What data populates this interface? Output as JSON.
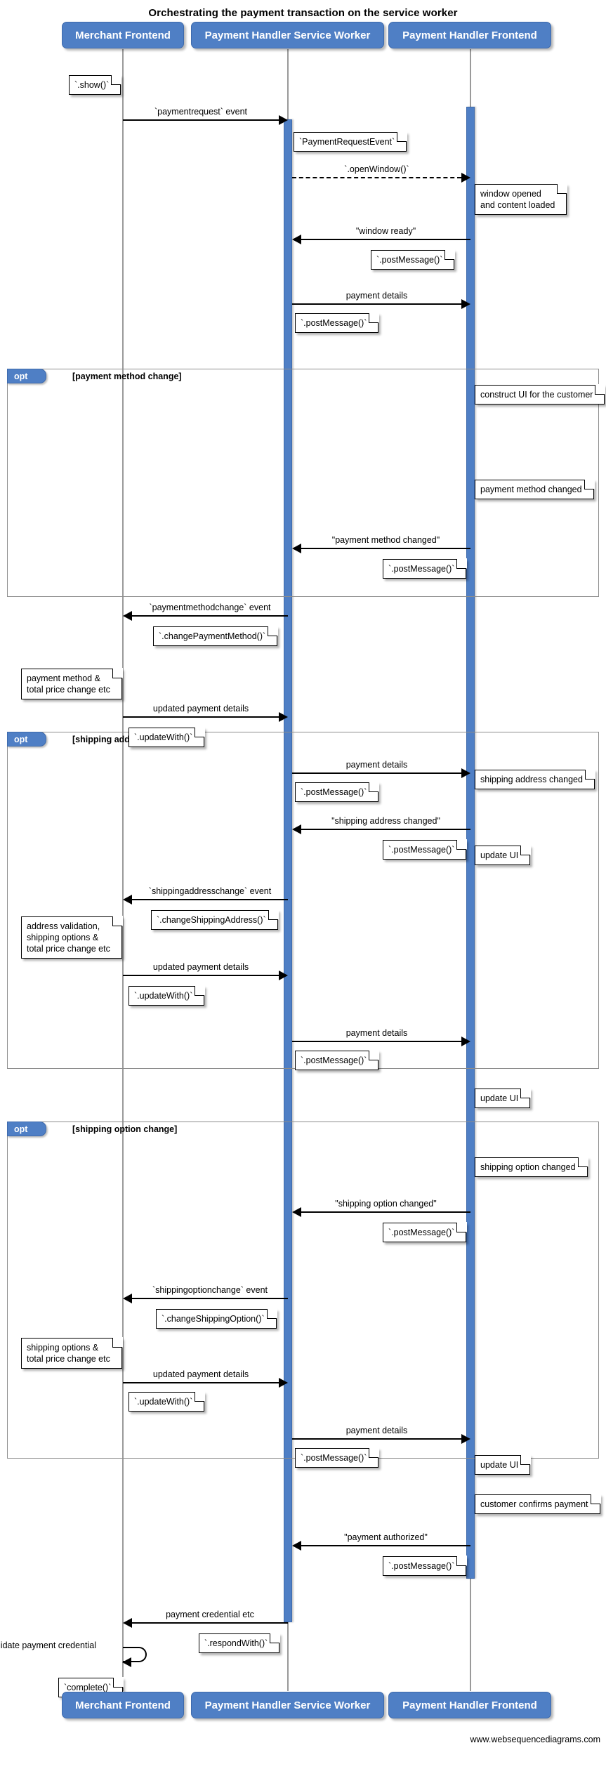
{
  "title": "Orchestrating the payment transaction on the service worker",
  "footer_credit": "www.websequencediagrams.com",
  "colors": {
    "participant_fill": "#4f7fc5",
    "participant_text": "#ffffff",
    "lifeline": "#9a9a9a",
    "fragment_border": "#8d8d8d",
    "note_fill": "#ffffff",
    "arrow": "#000000"
  },
  "participants": [
    {
      "id": "merchant",
      "label": "Merchant Frontend"
    },
    {
      "id": "sw",
      "label": "Payment Handler Service Worker"
    },
    {
      "id": "phf",
      "label": "Payment Handler Frontend"
    }
  ],
  "participants_bottom": [
    {
      "id": "merchant",
      "label": "Merchant Frontend"
    },
    {
      "id": "sw",
      "label": "Payment Handler Service Worker"
    },
    {
      "id": "phf",
      "label": "Payment Handler Frontend"
    }
  ],
  "fragments": [
    {
      "id": "frag-payment-method",
      "operator": "opt",
      "condition": "[payment method change]"
    },
    {
      "id": "frag-shipping-address",
      "operator": "opt",
      "condition": "[shipping address change]"
    },
    {
      "id": "frag-shipping-option",
      "operator": "opt",
      "condition": "[shipping option change]"
    }
  ],
  "messages": [
    {
      "id": "m1",
      "label": "`paymentrequest` event",
      "from": "merchant",
      "to": "sw",
      "style": "solid"
    },
    {
      "id": "m2",
      "label": "`.openWindow()`",
      "from": "sw",
      "to": "phf",
      "style": "dashed"
    },
    {
      "id": "m3",
      "label": "\"window ready\"",
      "from": "phf",
      "to": "sw",
      "style": "solid"
    },
    {
      "id": "m4",
      "label": "payment details",
      "from": "sw",
      "to": "phf",
      "style": "solid"
    },
    {
      "id": "m5",
      "label": "\"payment method changed\"",
      "from": "phf",
      "to": "sw",
      "style": "solid"
    },
    {
      "id": "m6",
      "label": "`paymentmethodchange` event",
      "from": "sw",
      "to": "merchant",
      "style": "solid"
    },
    {
      "id": "m7",
      "label": "updated payment details",
      "from": "merchant",
      "to": "sw",
      "style": "solid"
    },
    {
      "id": "m8",
      "label": "payment details",
      "from": "sw",
      "to": "phf",
      "style": "solid"
    },
    {
      "id": "m9",
      "label": "\"shipping address changed\"",
      "from": "phf",
      "to": "sw",
      "style": "solid"
    },
    {
      "id": "m10",
      "label": "`shippingaddresschange` event",
      "from": "sw",
      "to": "merchant",
      "style": "solid"
    },
    {
      "id": "m11",
      "label": "updated payment details",
      "from": "merchant",
      "to": "sw",
      "style": "solid"
    },
    {
      "id": "m12",
      "label": "payment details",
      "from": "sw",
      "to": "phf",
      "style": "solid"
    },
    {
      "id": "m13",
      "label": "\"shipping option changed\"",
      "from": "phf",
      "to": "sw",
      "style": "solid"
    },
    {
      "id": "m14",
      "label": "`shippingoptionchange` event",
      "from": "sw",
      "to": "merchant",
      "style": "solid"
    },
    {
      "id": "m15",
      "label": "updated payment details",
      "from": "merchant",
      "to": "sw",
      "style": "solid"
    },
    {
      "id": "m16",
      "label": "payment details",
      "from": "sw",
      "to": "phf",
      "style": "solid"
    },
    {
      "id": "m17",
      "label": "\"payment authorized\"",
      "from": "phf",
      "to": "sw",
      "style": "solid"
    },
    {
      "id": "m18",
      "label": "payment credential etc",
      "from": "sw",
      "to": "merchant",
      "style": "solid"
    },
    {
      "id": "m19",
      "label": "validate payment credential",
      "from": "merchant",
      "to": "merchant",
      "style": "self"
    }
  ],
  "notes": [
    {
      "id": "n1",
      "text": "`.show()`"
    },
    {
      "id": "n2",
      "text": "`PaymentRequestEvent`"
    },
    {
      "id": "n3",
      "text": "window opened\nand content loaded"
    },
    {
      "id": "n4",
      "text": "`.postMessage()`"
    },
    {
      "id": "n5",
      "text": "`.postMessage()`"
    },
    {
      "id": "n6",
      "text": "construct UI for the customer"
    },
    {
      "id": "n7",
      "text": "payment method changed"
    },
    {
      "id": "n8",
      "text": "`.postMessage()`"
    },
    {
      "id": "n9",
      "text": "`.changePaymentMethod()`"
    },
    {
      "id": "n10",
      "text": "payment method &\ntotal price change etc"
    },
    {
      "id": "n11",
      "text": "`.updateWith()`"
    },
    {
      "id": "n12",
      "text": "`.postMessage()`"
    },
    {
      "id": "n13",
      "text": "update UI"
    },
    {
      "id": "n14",
      "text": "shipping address changed"
    },
    {
      "id": "n15",
      "text": "`.postMessage()`"
    },
    {
      "id": "n16",
      "text": "`.changeShippingAddress()`"
    },
    {
      "id": "n17",
      "text": "address validation,\nshipping options &\ntotal price change etc"
    },
    {
      "id": "n18",
      "text": "`.updateWith()`"
    },
    {
      "id": "n19",
      "text": "`.postMessage()`"
    },
    {
      "id": "n20",
      "text": "update UI"
    },
    {
      "id": "n21",
      "text": "shipping option changed"
    },
    {
      "id": "n22",
      "text": "`.postMessage()`"
    },
    {
      "id": "n23",
      "text": "`.changeShippingOption()`"
    },
    {
      "id": "n24",
      "text": "shipping options &\ntotal price change etc"
    },
    {
      "id": "n25",
      "text": "`.updateWith()`"
    },
    {
      "id": "n26",
      "text": "`.postMessage()`"
    },
    {
      "id": "n27",
      "text": "update UI"
    },
    {
      "id": "n28",
      "text": "customer confirms payment"
    },
    {
      "id": "n29",
      "text": "`.postMessage()`"
    },
    {
      "id": "n30",
      "text": "`.respondWith()`"
    },
    {
      "id": "n31",
      "text": "`complete()`"
    }
  ]
}
